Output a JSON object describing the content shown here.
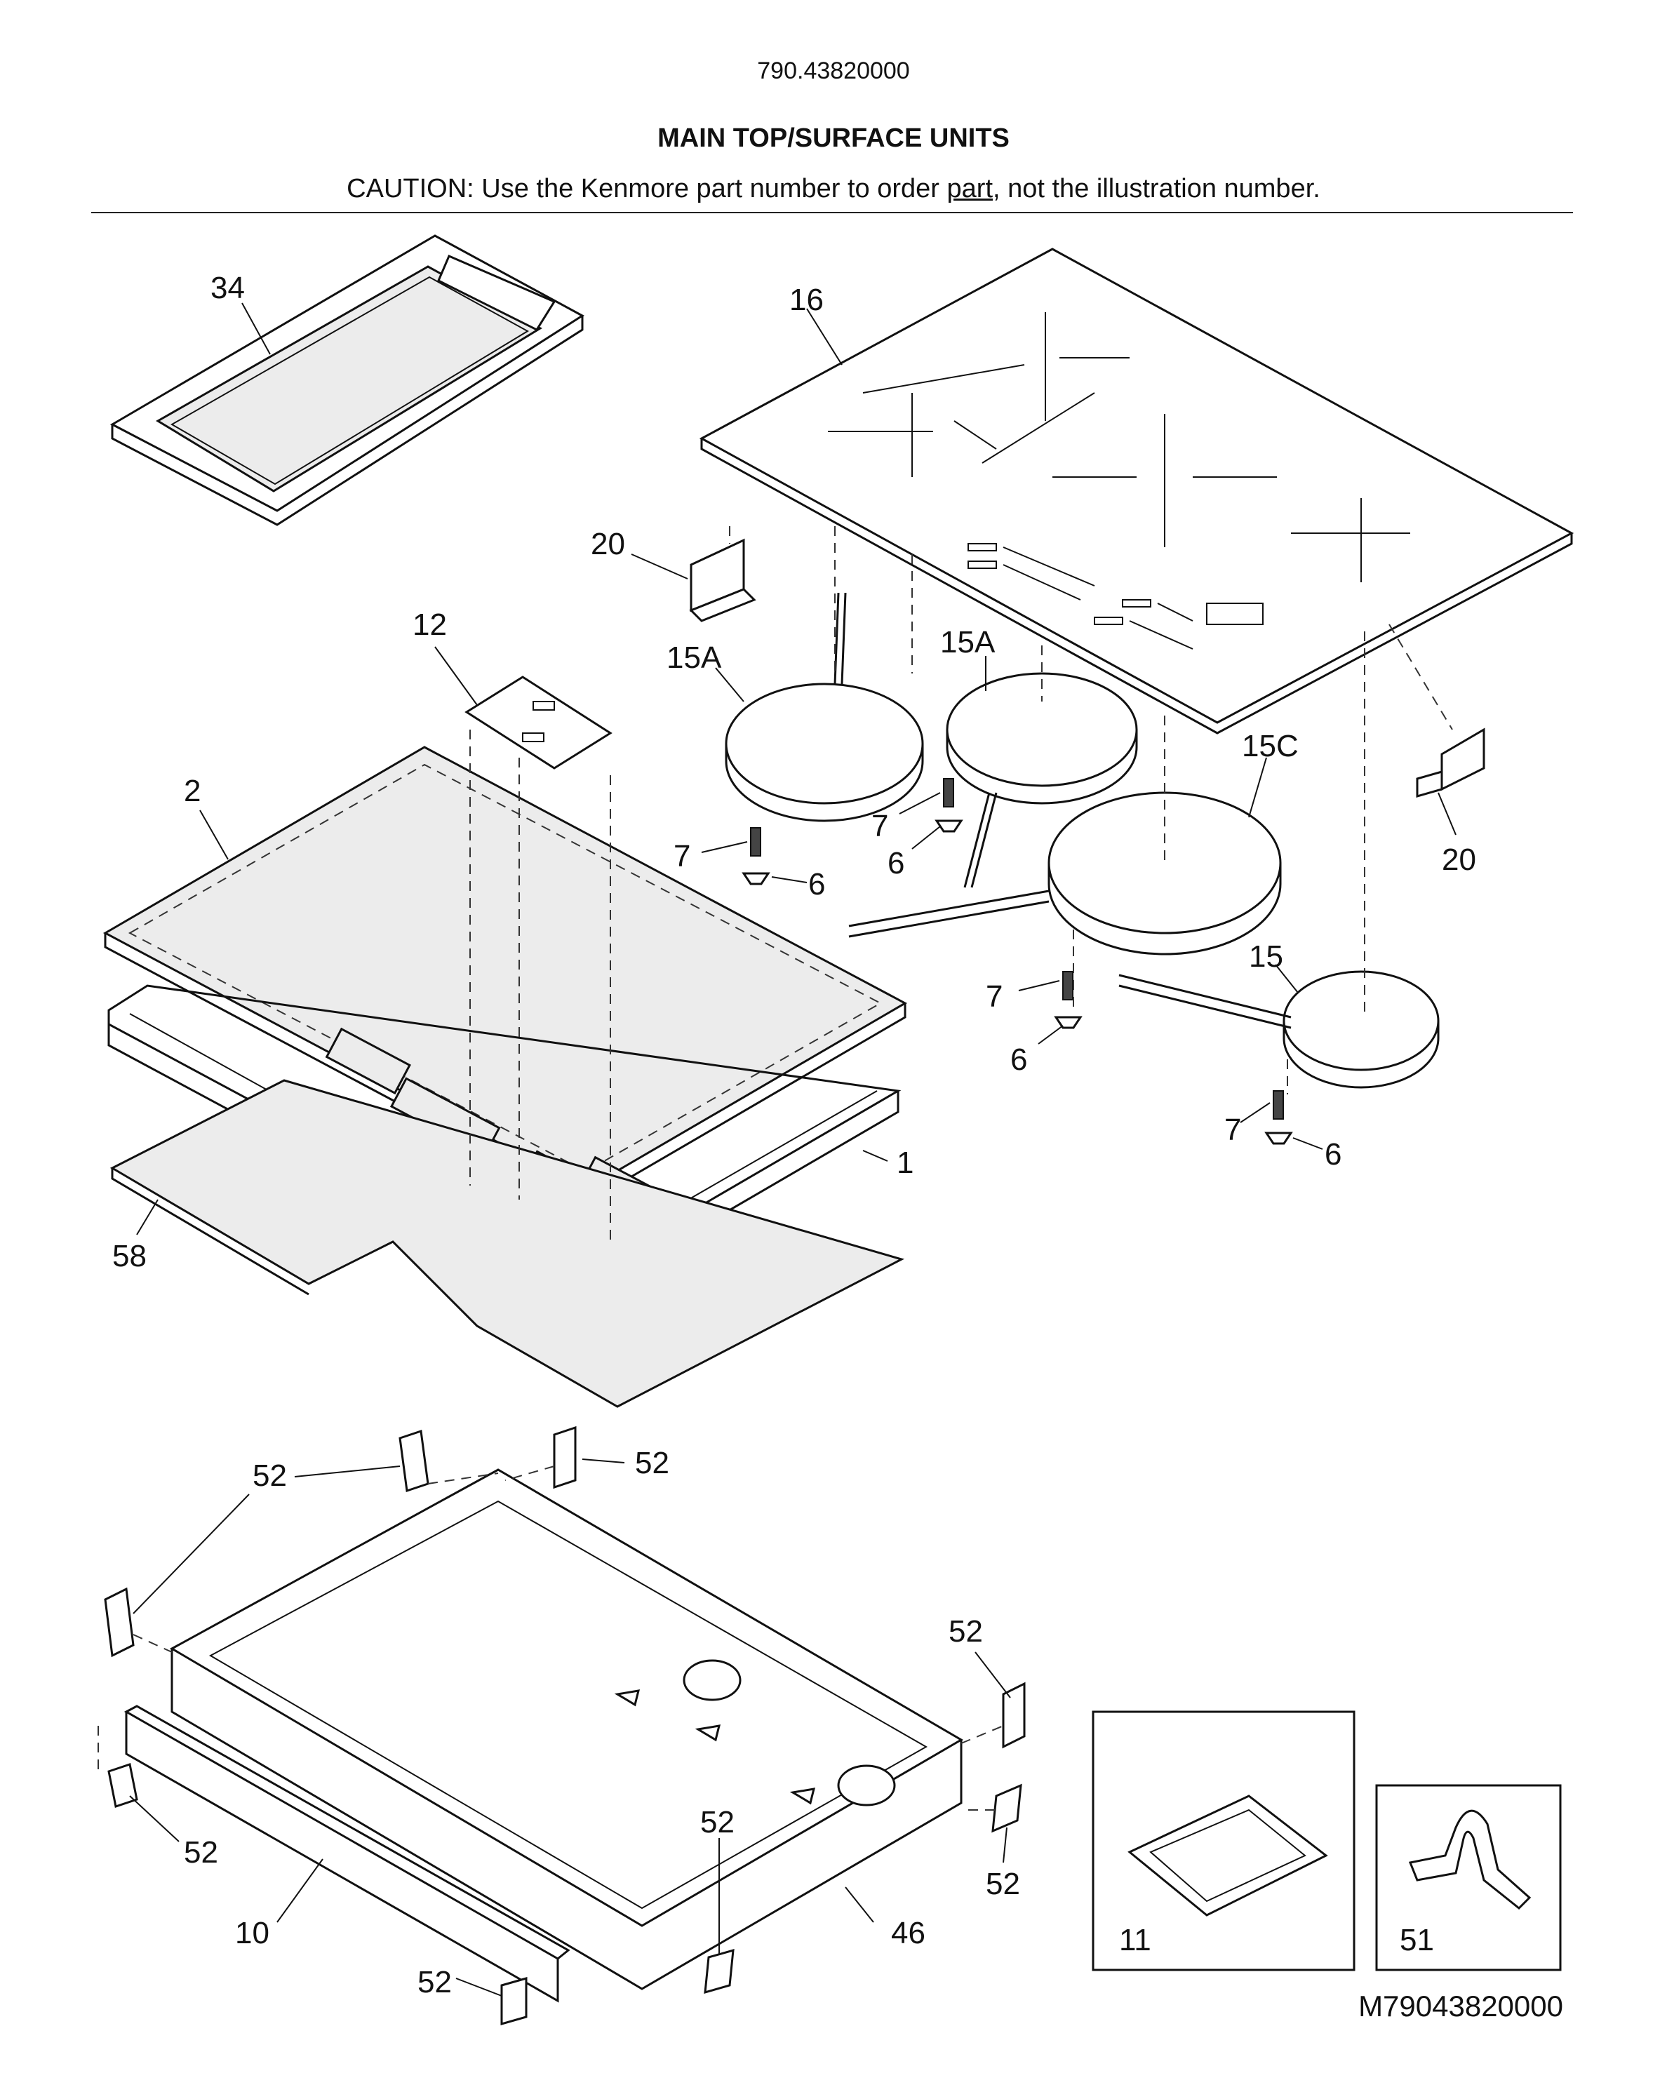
{
  "header": {
    "model_number": "790.43820000",
    "title": "MAIN TOP/SURFACE UNITS",
    "caution_prefix": "CAUTION: Use the Kenmore part number to order ",
    "caution_underlined": "part",
    "caution_suffix": ", not the illustration number."
  },
  "callouts": {
    "griddle": "34",
    "glass_top": "16",
    "bracket_left": "20",
    "bracket_right": "20",
    "shield": "12",
    "element_15a_left": "15A",
    "element_15a_right": "15A",
    "element_15c": "15C",
    "element_15": "15",
    "insulation_top": "2",
    "frame": "1",
    "insulation_bottom": "58",
    "spring_a": "7",
    "spring_b": "7",
    "spring_c": "7",
    "spring_d": "7",
    "screw_a": "6",
    "screw_b": "6",
    "screw_c": "6",
    "screw_d": "6",
    "clip_1": "52",
    "clip_2": "52",
    "clip_3": "52",
    "clip_4": "52",
    "clip_5": "52",
    "clip_6": "52",
    "clip_7": "52",
    "clip_8": "52",
    "trim": "10",
    "box": "46",
    "inset_bracket": "11",
    "inset_clamp": "51"
  },
  "footer": {
    "drawing_code": "M79043820000"
  }
}
